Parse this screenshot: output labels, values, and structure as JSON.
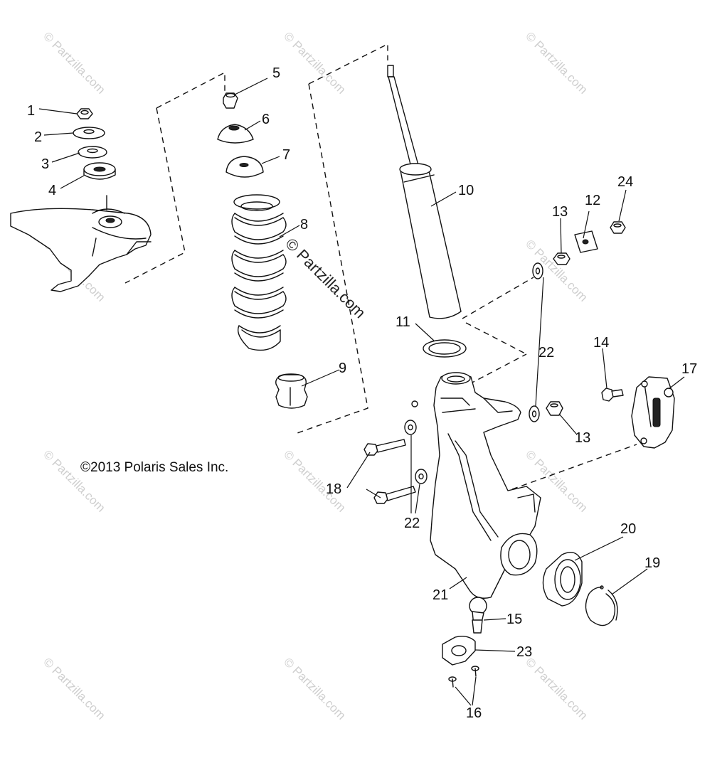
{
  "copyright": "©2013 Polaris Sales Inc.",
  "watermark": "© Partzilla.com",
  "callouts": {
    "c1": "1",
    "c2": "2",
    "c3": "3",
    "c4": "4",
    "c5": "5",
    "c6": "6",
    "c7": "7",
    "c8": "8",
    "c9": "9",
    "c10": "10",
    "c11": "11",
    "c12": "12",
    "c13a": "13",
    "c13b": "13",
    "c14": "14",
    "c15": "15",
    "c16": "16",
    "c17": "17",
    "c18": "18",
    "c19": "19",
    "c20": "20",
    "c21": "21",
    "c22a": "22",
    "c22b": "22",
    "c23": "23",
    "c24": "24"
  }
}
